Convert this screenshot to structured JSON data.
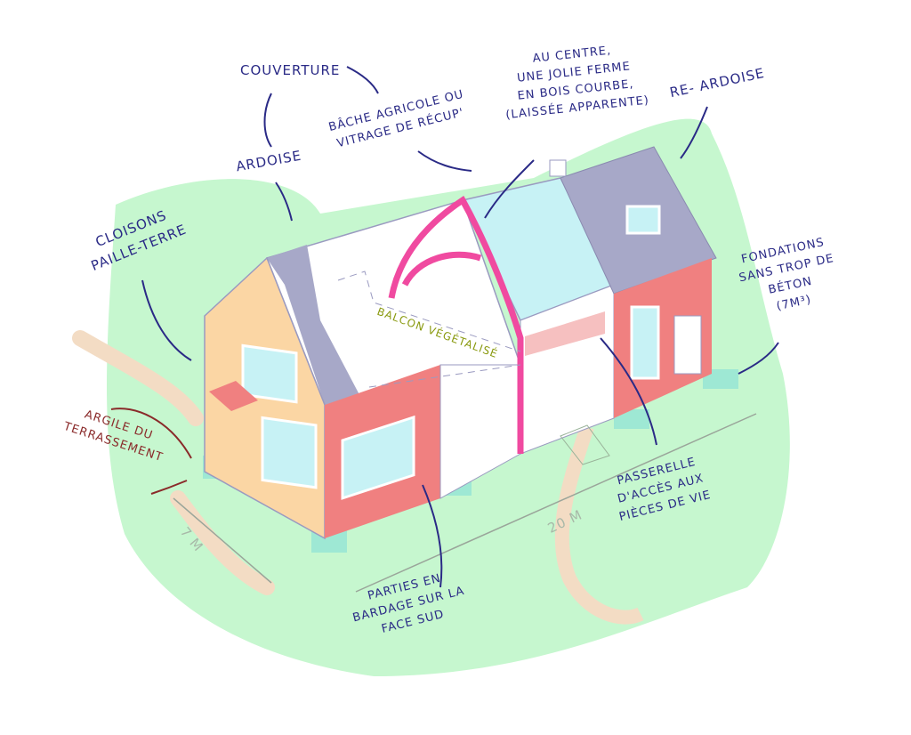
{
  "labels": {
    "couverture": "Couverture",
    "ardoise": "Ardoise",
    "bache": "Bâche agricole ou\nvitrage de récup'",
    "ferme": "Au centre,\nune jolie ferme\nen bois courbe,\n(laissée apparente)",
    "re_ardoise": "Re- ardoise",
    "cloisons": "Cloisons\npaille-terre",
    "balcon": "Balcon végétalisé",
    "fondations": "Fondations\nsans trop de\nbéton\n(7m³)",
    "argile": "Argile du\nterrassement",
    "dim_7m": "7 m",
    "dim_20m": "20 m",
    "bardage": "Parties en\nbardage sur la\nface sud",
    "passerelle": "Passerelle\nd'accès aux\npièces de vie"
  },
  "colors": {
    "ink": "#2a2a86",
    "grass": "#c6f7cf",
    "roof": "#a7a8c8",
    "cladding": "#f08080",
    "gable": "#fbd6a4",
    "truss": "#f04aa0",
    "glass": "#c7f2f5"
  }
}
